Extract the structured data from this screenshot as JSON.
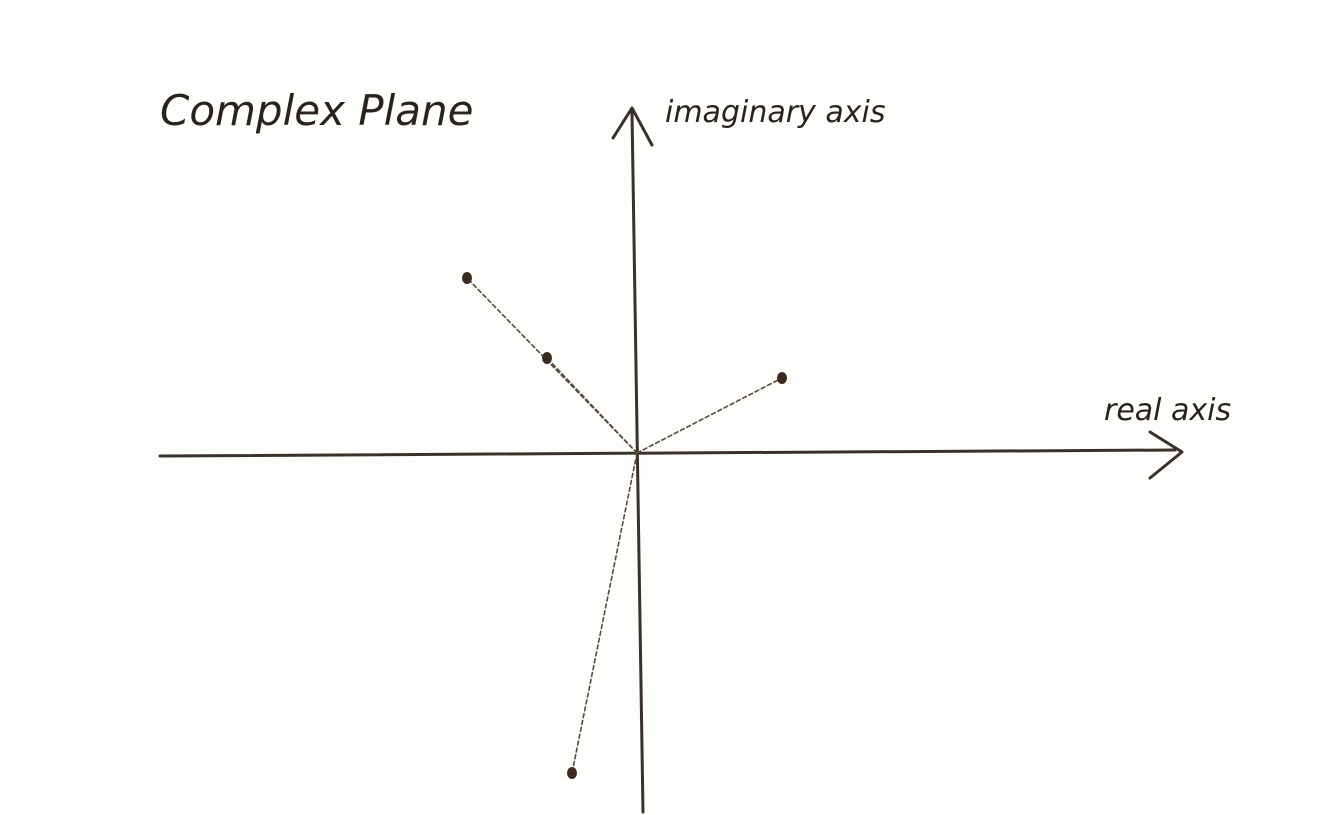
{
  "title": "Complex Plane",
  "axes": {
    "real_label": "real axis",
    "imaginary_label": "imaginary axis"
  },
  "points": [
    {
      "name": "point-upper-left-far",
      "re": -1.7,
      "im": 1.75
    },
    {
      "name": "point-upper-left-near",
      "re": -0.9,
      "im": 0.95
    },
    {
      "name": "point-upper-right",
      "re": 1.45,
      "im": 0.75
    },
    {
      "name": "point-lower-left",
      "re": -0.65,
      "im": -3.2
    }
  ],
  "colors": {
    "ink": "#2a221c",
    "paper": "#fdfdfb"
  }
}
